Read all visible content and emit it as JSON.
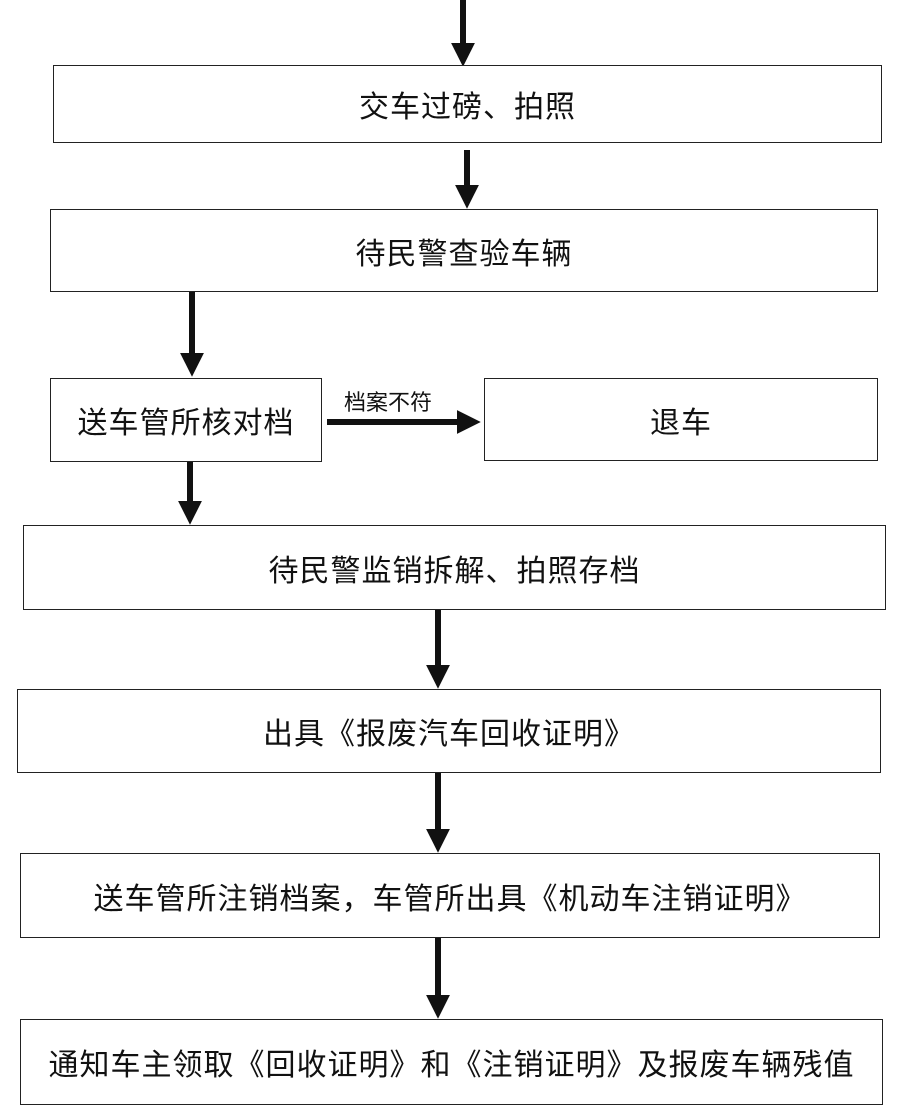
{
  "flowchart": {
    "steps": {
      "weigh_photo": "交车过磅、拍照",
      "police_inspect": "待民警查验车辆",
      "dmv_verify": "送车管所核对档",
      "return_vehicle": "退车",
      "dismantle": "待民警监销拆解、拍照存档",
      "recycle_cert": "出具《报废汽车回收证明》",
      "cancel_record": "送车管所注销档案，车管所出具《机动车注销证明》",
      "notify_owner": "通知车主领取《回收证明》和《注销证明》及报废车辆残值"
    },
    "edge_labels": {
      "mismatch": "档案不符"
    }
  },
  "colors": {
    "stroke": "#222222",
    "text": "#111111",
    "background": "#ffffff"
  }
}
